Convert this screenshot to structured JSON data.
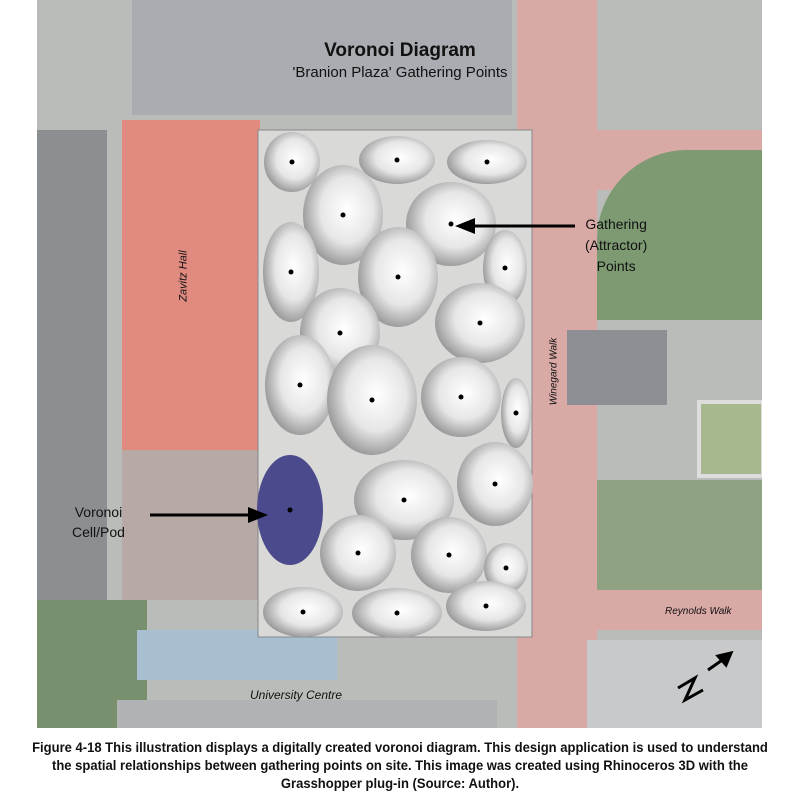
{
  "title": "Voronoi Diagram",
  "subtitle": "'Branion Plaza' Gathering Points",
  "labels": {
    "gathering": "Gathering\n(Attractor)\nPoints",
    "cell": "Voronoi\nCell/Pod",
    "zavitz": "Zavitz Hall",
    "winegard": "Winegard Walk",
    "reynolds": "Reynolds Walk",
    "university": "University Centre"
  },
  "caption": "Figure 4-18 This illustration displays a digitally created voronoi diagram. This design application is used to understand the spatial relationships between gathering points on site. This image was created using Rhinoceros 3D with the Grasshopper plug-in (Source: Author).",
  "colors": {
    "highlight_cell": "#4a4a8c",
    "building_roof": "#e08a80",
    "path": "#d9a9a6",
    "plaza": "#d8d8d6"
  }
}
